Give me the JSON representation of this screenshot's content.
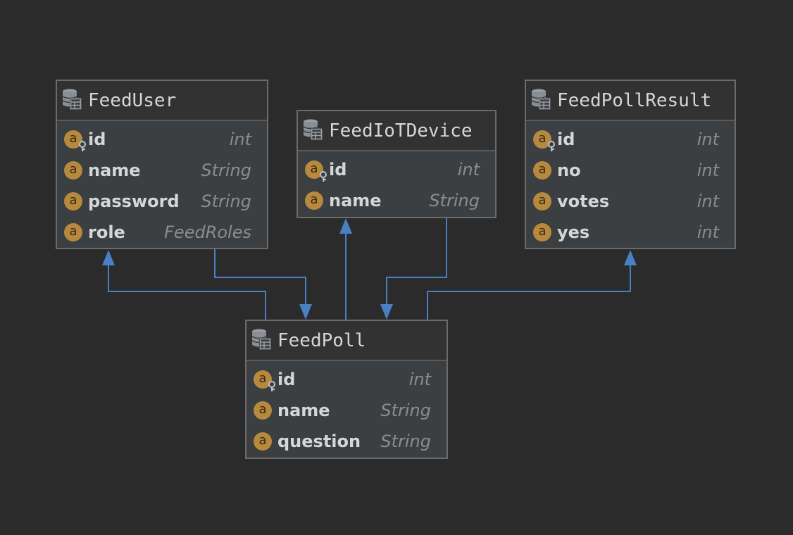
{
  "entities": {
    "feed_user": {
      "title": "FeedUser",
      "fields": [
        {
          "name": "id",
          "type": "int",
          "key": true
        },
        {
          "name": "name",
          "type": "String",
          "key": false
        },
        {
          "name": "password",
          "type": "String",
          "key": false
        },
        {
          "name": "role",
          "type": "FeedRoles",
          "key": false
        }
      ]
    },
    "feed_iot_device": {
      "title": "FeedIoTDevice",
      "fields": [
        {
          "name": "id",
          "type": "int",
          "key": true
        },
        {
          "name": "name",
          "type": "String",
          "key": false
        }
      ]
    },
    "feed_poll_result": {
      "title": "FeedPollResult",
      "fields": [
        {
          "name": "id",
          "type": "int",
          "key": true
        },
        {
          "name": "no",
          "type": "int",
          "key": false
        },
        {
          "name": "votes",
          "type": "int",
          "key": false
        },
        {
          "name": "yes",
          "type": "int",
          "key": false
        }
      ]
    },
    "feed_poll": {
      "title": "FeedPoll",
      "fields": [
        {
          "name": "id",
          "type": "int",
          "key": true
        },
        {
          "name": "name",
          "type": "String",
          "key": false
        },
        {
          "name": "question",
          "type": "String",
          "key": false
        }
      ]
    }
  },
  "field_badge_letter": "a",
  "connections": [
    {
      "from": "feed_poll",
      "to": "feed_user"
    },
    {
      "from": "feed_user",
      "to": "feed_poll"
    },
    {
      "from": "feed_poll",
      "to": "feed_iot_device"
    },
    {
      "from": "feed_iot_device",
      "to": "feed_poll"
    },
    {
      "from": "feed_poll",
      "to": "feed_poll_result"
    }
  ],
  "colors": {
    "background": "#2b2b2b",
    "connector": "#4a7fc1",
    "badge": "#b7893f"
  }
}
